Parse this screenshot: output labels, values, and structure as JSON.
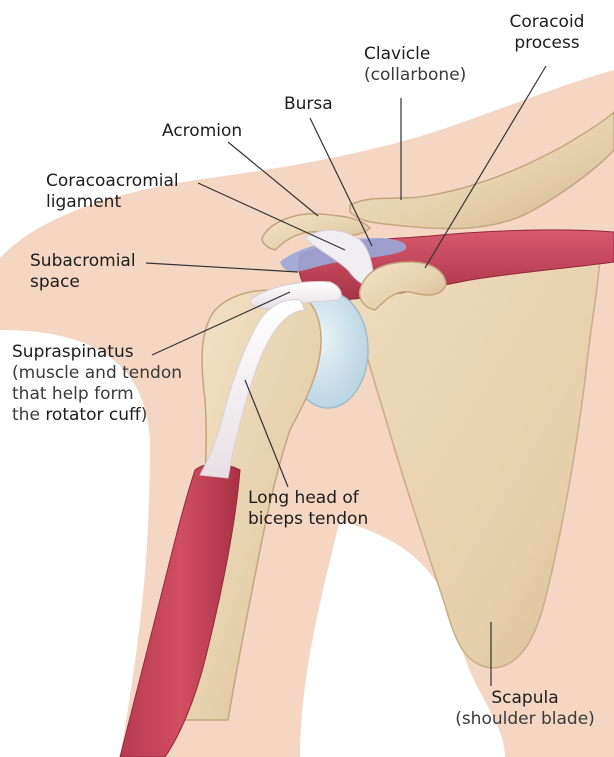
{
  "labels": {
    "coracoid": {
      "line1": "Coracoid",
      "line2": "process"
    },
    "clavicle": {
      "title": "Clavicle",
      "sub": "(collarbone)"
    },
    "bursa": {
      "title": "Bursa"
    },
    "acromion": {
      "title": "Acromion"
    },
    "coracoacromial": {
      "line1": "Coracoacromial",
      "line2": "ligament"
    },
    "subacromial": {
      "line1": "Subacromial",
      "line2": "space"
    },
    "supraspinatus": {
      "title": "Supraspinatus",
      "sub1": "(muscle and tendon",
      "sub2": "that help form",
      "sub3_pre": "the ",
      "sub3_bold": "rotator cuff",
      "sub3_post": ")"
    },
    "biceps": {
      "line1": "Long head of",
      "line2": "biceps tendon"
    },
    "scapula": {
      "title": "Scapula",
      "sub": "(shoulder blade)"
    }
  },
  "colors": {
    "skin": "#f4d6c3",
    "bone": "#ead7b8",
    "bone_shade": "#c9b08a",
    "muscle": "#c5455a",
    "muscle_dark": "#9f2f42",
    "tendon": "#f3f3f5",
    "bursa": "#9aa6d8",
    "cartilage": "#cfe3ec",
    "leader": "#333333"
  }
}
